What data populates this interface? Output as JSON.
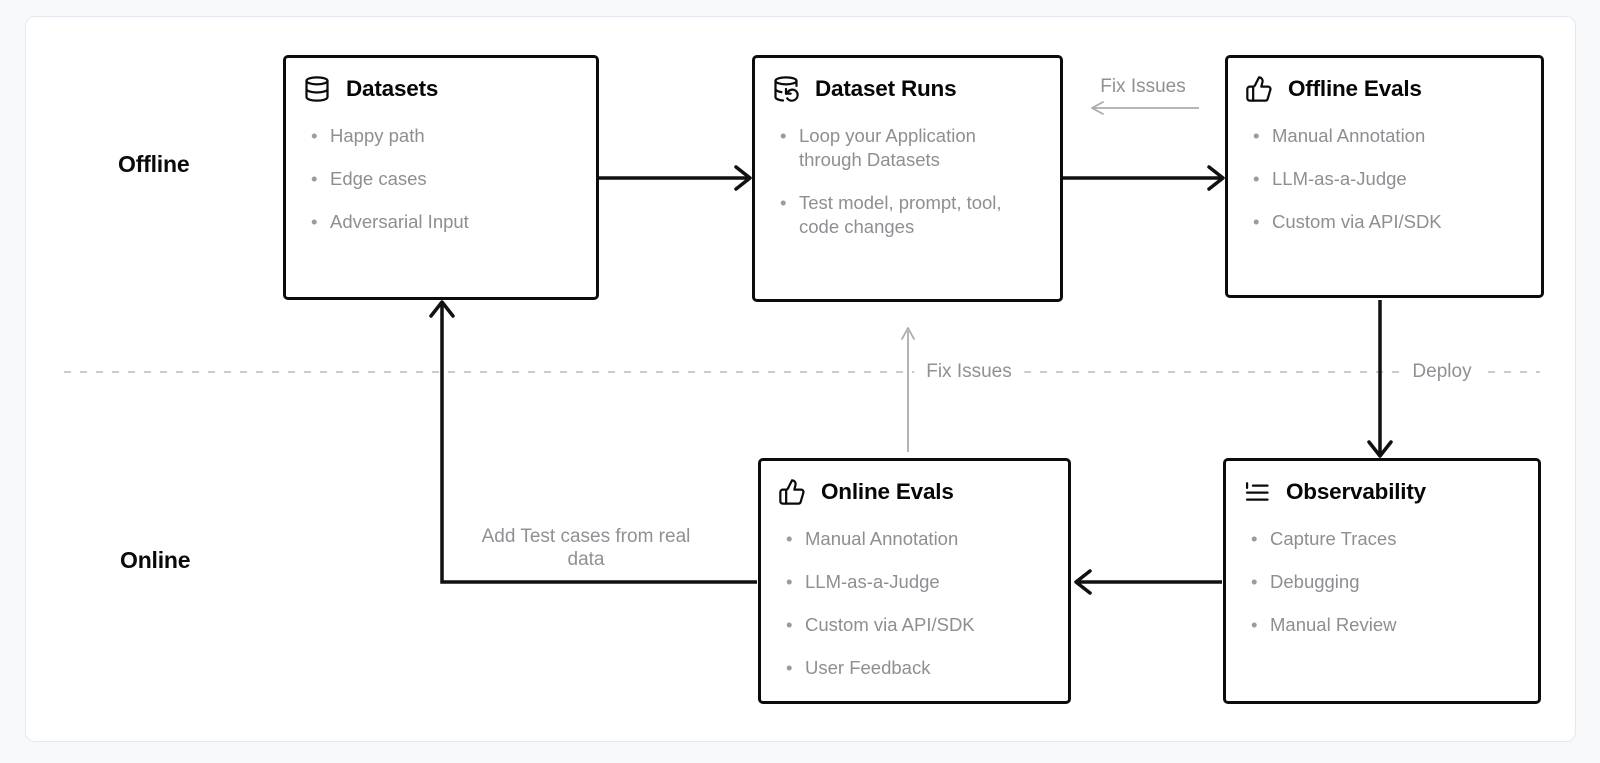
{
  "colors": {
    "page_bg": "#f8f9fa",
    "card_bg": "#ffffff",
    "card_border": "#e4e8ef",
    "node_border": "#0c0c0c",
    "title_text": "#060606",
    "bullet_text": "#8e8e93",
    "gray_label": "#909095",
    "black_arrow": "#111111",
    "gray_arrow": "#ababb0",
    "dashed_divider": "#c9ccd2"
  },
  "rows": {
    "offline_label": "Offline",
    "online_label": "Online"
  },
  "boxes": [
    {
      "id": "datasets",
      "icon": "database-icon",
      "title": "Datasets",
      "items": [
        "Happy path",
        "Edge cases",
        "Adversarial Input"
      ]
    },
    {
      "id": "dataset-runs",
      "icon": "database-refresh-icon",
      "title": "Dataset Runs",
      "items": [
        "Loop your Application through Datasets",
        "Test model, prompt, tool, code changes"
      ]
    },
    {
      "id": "offline-evals",
      "icon": "thumbs-up-icon",
      "title": "Offline Evals",
      "items": [
        "Manual Annotation",
        "LLM-as-a-Judge",
        "Custom via API/SDK"
      ]
    },
    {
      "id": "online-evals",
      "icon": "thumbs-up-icon",
      "title": "Online Evals",
      "items": [
        "Manual Annotation",
        "LLM-as-a-Judge",
        "Custom via API/SDK",
        "User Feedback"
      ]
    },
    {
      "id": "observability",
      "icon": "logs-icon",
      "title": "Observability",
      "items": [
        "Capture Traces",
        "Debugging",
        "Manual Review"
      ]
    }
  ],
  "edge_labels": {
    "fix_issues_top": "Fix Issues",
    "fix_issues_mid": "Fix Issues",
    "deploy": "Deploy",
    "add_test_cases": "Add Test cases from real data"
  }
}
